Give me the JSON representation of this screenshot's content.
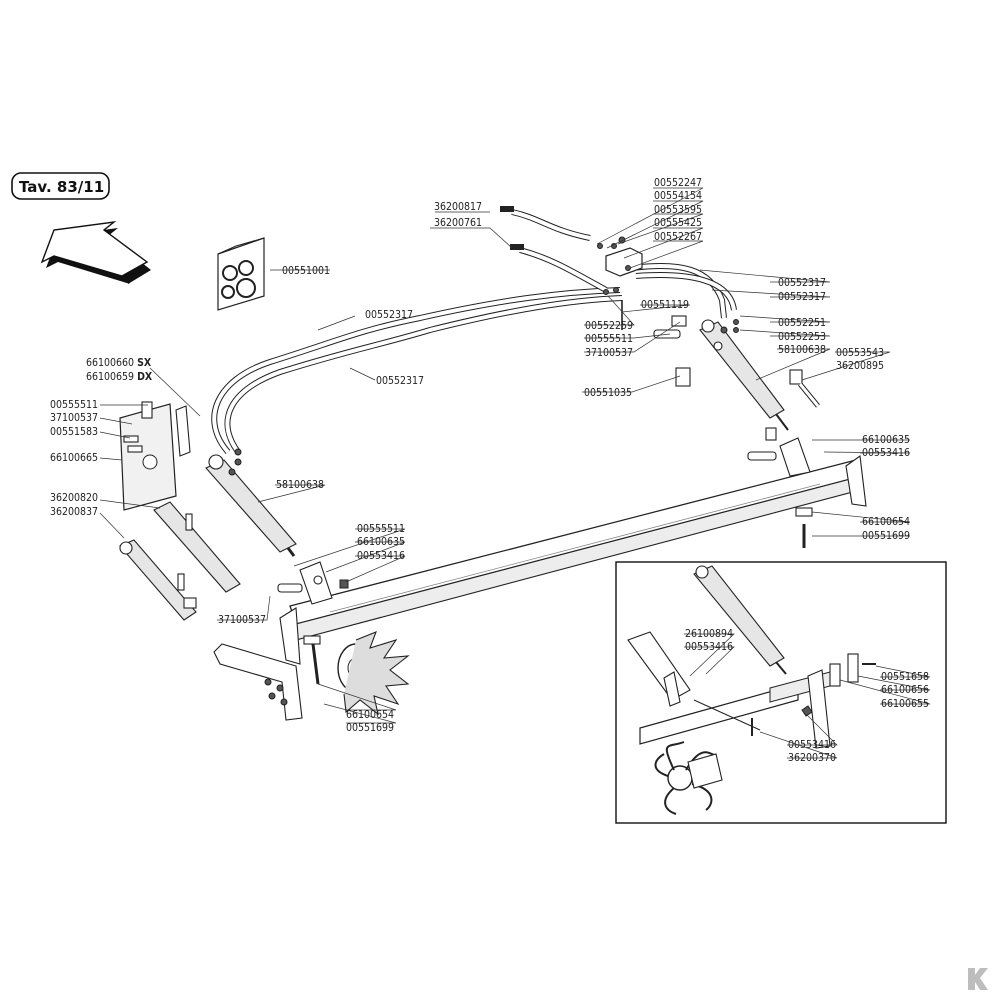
{
  "tav": {
    "prefix": "Tav.",
    "number": "83/11"
  },
  "labels": {
    "l00552247": "00552247",
    "l00554154": "00554154",
    "l00553595": "00553595",
    "l00555425": "00555425",
    "l00552267": "00552267",
    "l36200817": "36200817",
    "l36200761": "36200761",
    "l00551001": "00551001",
    "l00552317_r1": "00552317",
    "l00552317_r2": "00552317",
    "l00552317_top": "00552317",
    "l00552317_bot": "00552317",
    "l00551119": "00551119",
    "l00552259": "00552259",
    "l00555511_c": "00555511",
    "l37100537_c": "37100537",
    "l00552251": "00552251",
    "l00552253": "00552253",
    "l58100638_r": "58100638",
    "l00553543": "00553543",
    "l36200895": "36200895",
    "l00551035": "00551035",
    "l66100660": "66100660",
    "sx": "SX",
    "l66100659": "66100659",
    "dx": "DX",
    "l00555511_l": "00555511",
    "l37100537_l": "37100537",
    "l00551583": "00551583",
    "l66100665": "66100665",
    "l58100638_l": "58100638",
    "l66100635_r": "66100635",
    "l00553416_r": "00553416",
    "l66100654_r": "66100654",
    "l00551699_r": "00551699",
    "l36200820": "36200820",
    "l36200837": "36200837",
    "l00555511_m": "00555511",
    "l66100635_m": "66100635",
    "l00553416_m": "00553416",
    "l37100537_m": "37100537",
    "l66100654_m": "66100654",
    "l00551699_m": "00551699",
    "l26100894": "26100894",
    "l00553416_i": "00553416",
    "l00551658": "00551658",
    "l66100656": "66100656",
    "l66100655": "66100655",
    "l00553416_i2": "00553416",
    "l36200370": "36200370"
  }
}
